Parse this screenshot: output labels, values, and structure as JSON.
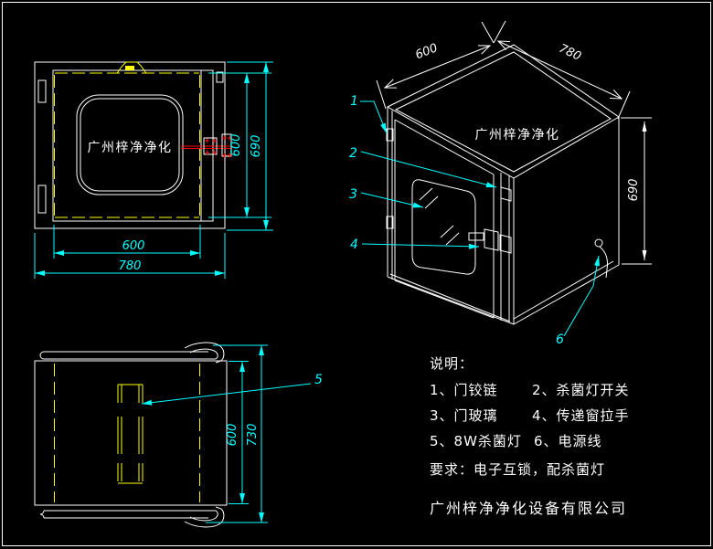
{
  "colors": {
    "background": "#000000",
    "line": "#ffffff",
    "dimension": "#00ffff",
    "hidden_line": "#ffff00",
    "handle_accent": "#ff0000"
  },
  "front": {
    "brand": "广州梓净净化",
    "dim_inner_height": "600",
    "dim_outer_height": "690",
    "dim_inner_width": "600",
    "dim_outer_width": "780"
  },
  "iso": {
    "brand": "广州梓净净化",
    "dim_depth": "600",
    "dim_width": "780",
    "dim_height": "690",
    "callout_1": "1",
    "callout_2": "2",
    "callout_3": "3",
    "callout_4": "4",
    "callout_6": "6"
  },
  "side": {
    "dim_inner_height": "600",
    "dim_outer_height": "730",
    "callout_5": "5"
  },
  "legend": {
    "title": "说明：",
    "items": [
      "1、门铰链",
      "2、杀菌灯开关",
      "3、门玻璃",
      "4、传递窗拉手",
      "5、8W杀菌灯",
      "6、电源线"
    ],
    "requirement": "要求：电子互锁，配杀菌灯",
    "company": "广州梓净净化设备有限公司"
  }
}
